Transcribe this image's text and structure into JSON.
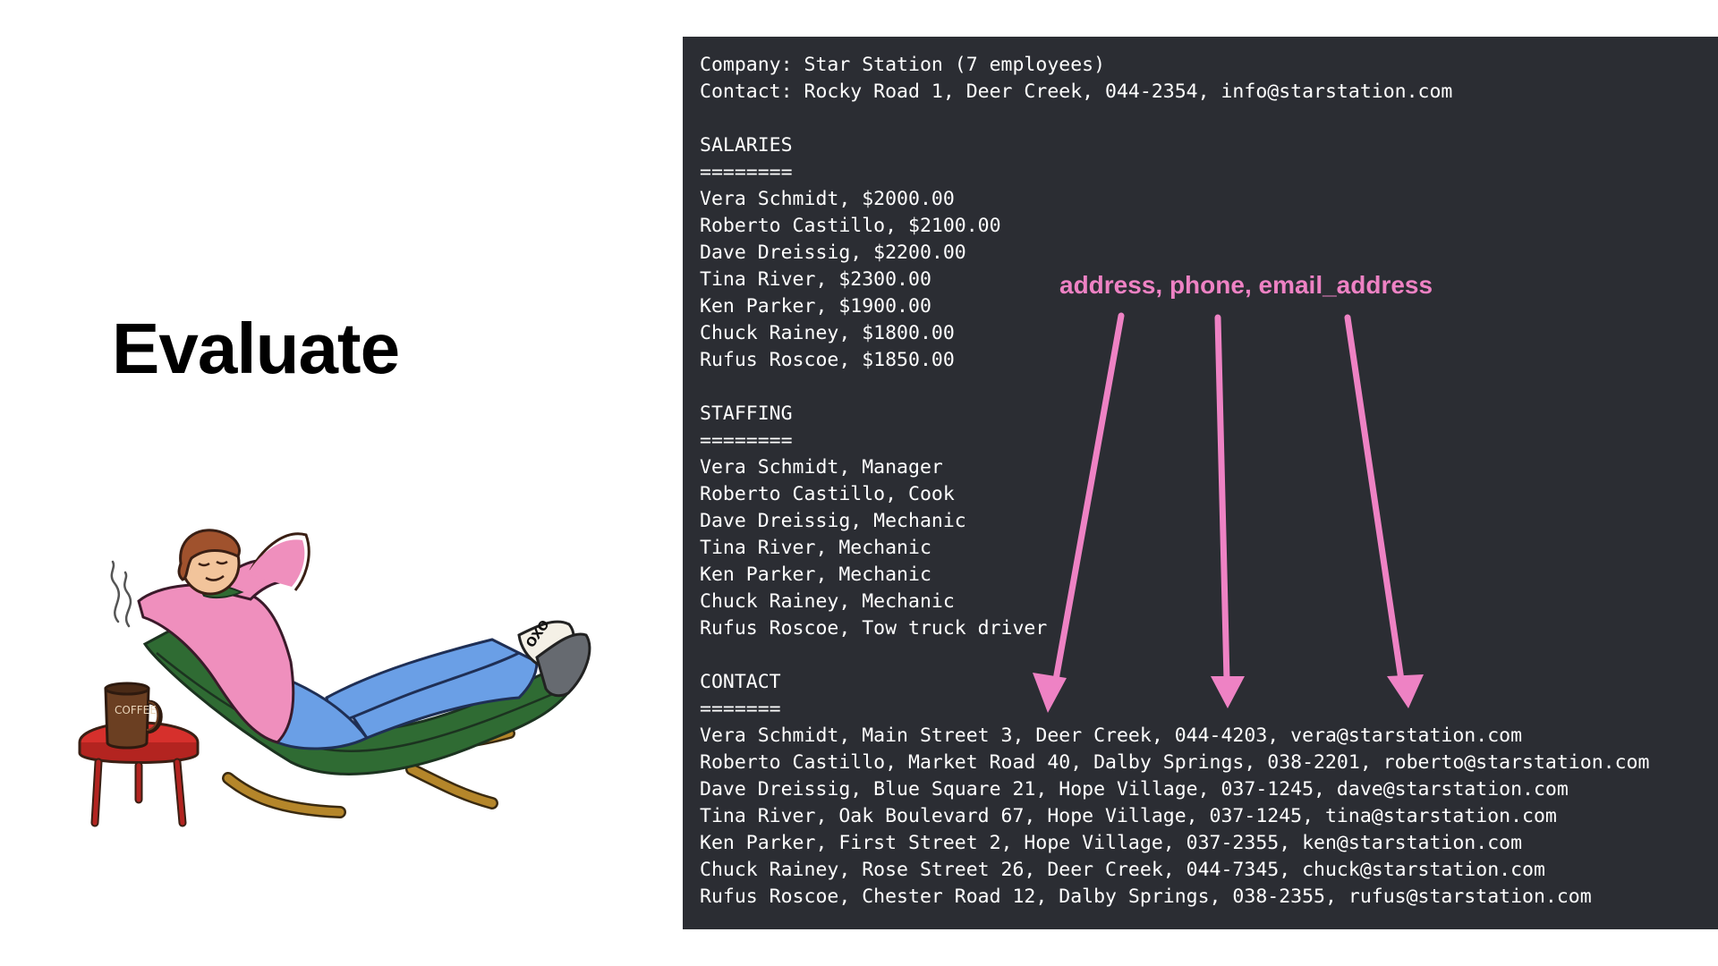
{
  "slide": {
    "title": "Evaluate"
  },
  "illustration": {
    "mug_text": "COFFEE",
    "shoe_text": "OXO"
  },
  "terminal": {
    "company_line": "Company: Star Station (7 employees)",
    "contact_line": "Contact: Rocky Road 1, Deer Creek, 044-2354, info@starstation.com",
    "sections": [
      {
        "heading": "SALARIES",
        "underline": "========",
        "lines": [
          "Vera Schmidt, $2000.00",
          "Roberto Castillo, $2100.00",
          "Dave Dreissig, $2200.00",
          "Tina River, $2300.00",
          "Ken Parker, $1900.00",
          "Chuck Rainey, $1800.00",
          "Rufus Roscoe, $1850.00"
        ]
      },
      {
        "heading": "STAFFING",
        "underline": "========",
        "lines": [
          "Vera Schmidt, Manager",
          "Roberto Castillo, Cook",
          "Dave Dreissig, Mechanic",
          "Tina River, Mechanic",
          "Ken Parker, Mechanic",
          "Chuck Rainey, Mechanic",
          "Rufus Roscoe, Tow truck driver"
        ]
      },
      {
        "heading": "CONTACT",
        "underline": "=======",
        "lines": [
          "Vera Schmidt, Main Street 3, Deer Creek, 044-4203, vera@starstation.com",
          "Roberto Castillo, Market Road 40, Dalby Springs, 038-2201, roberto@starstation.com",
          "Dave Dreissig, Blue Square 21, Hope Village, 037-1245, dave@starstation.com",
          "Tina River, Oak Boulevard 67, Hope Village, 037-1245, tina@starstation.com",
          "Ken Parker, First Street 2, Hope Village, 037-2355, ken@starstation.com",
          "Chuck Rainey, Rose Street 26, Deer Creek, 044-7345, chuck@starstation.com",
          "Rufus Roscoe, Chester Road 12, Dalby Springs, 038-2355, rufus@starstation.com"
        ]
      }
    ]
  },
  "callout": {
    "label": "address, phone, email_address",
    "color": "#ee82c4"
  },
  "colors": {
    "terminal_bg": "#2b2d33",
    "terminal_text": "#ffffff",
    "accent_pink": "#ee82c4"
  }
}
